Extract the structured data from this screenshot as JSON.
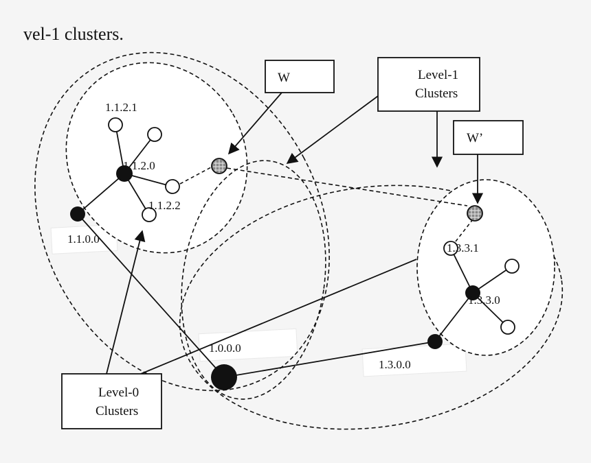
{
  "caption": "vel-1 clusters.",
  "callouts": {
    "w": "W",
    "w_prime": "W’",
    "level1_line1": "Level-1",
    "level1_line2": "Clusters",
    "level0_line1": "Level-0",
    "level0_line2": "Clusters"
  },
  "nodes": {
    "n1121": "1.1.2.1",
    "n1120": "1.1.2.0",
    "n1122": "1.1.2.2",
    "n1100": "1.1.0.0",
    "n1000": "1.0.0.0",
    "n1300": "1.3.0.0",
    "n1330": "1.3.3.0",
    "n1331": "1.3.3.1"
  },
  "colors": {
    "stroke": "#111111",
    "filled_node": "#111111",
    "open_node": "#ffffff",
    "cluster_fill": "#ffffff",
    "background": "#f5f5f5"
  }
}
